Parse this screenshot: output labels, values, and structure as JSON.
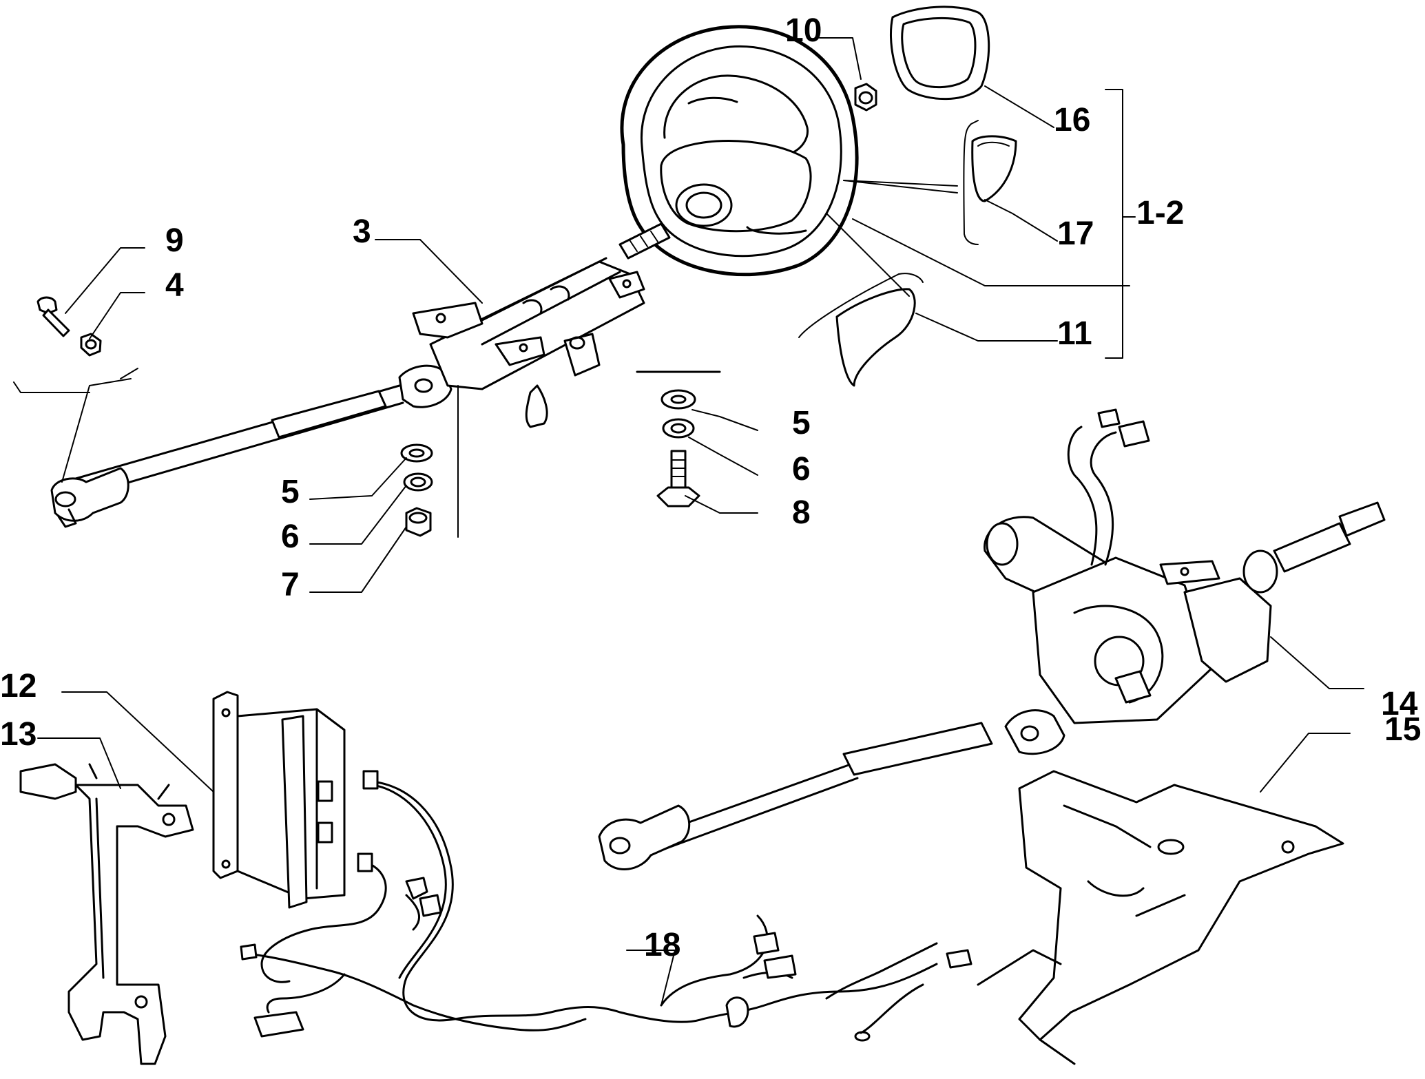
{
  "labels": {
    "l1_2": "1-2",
    "l3": "3",
    "l4": "4",
    "l5a": "5",
    "l5b": "5",
    "l6a": "6",
    "l6b": "6",
    "l7": "7",
    "l8": "8",
    "l9": "9",
    "l10": "10",
    "l11": "11",
    "l12": "12",
    "l13": "13",
    "l14": "14",
    "l15": "15",
    "l16": "16",
    "l17": "17",
    "l18": "18"
  },
  "icons": {
    "steering_wheel": "steering-wheel-icon",
    "steering_column": "steering-column-icon",
    "electric_column": "electric-power-steering-column-icon",
    "control_unit": "control-unit-icon",
    "bracket": "bracket-icon",
    "support": "support-bracket-icon",
    "harness": "wiring-harness-icon"
  }
}
